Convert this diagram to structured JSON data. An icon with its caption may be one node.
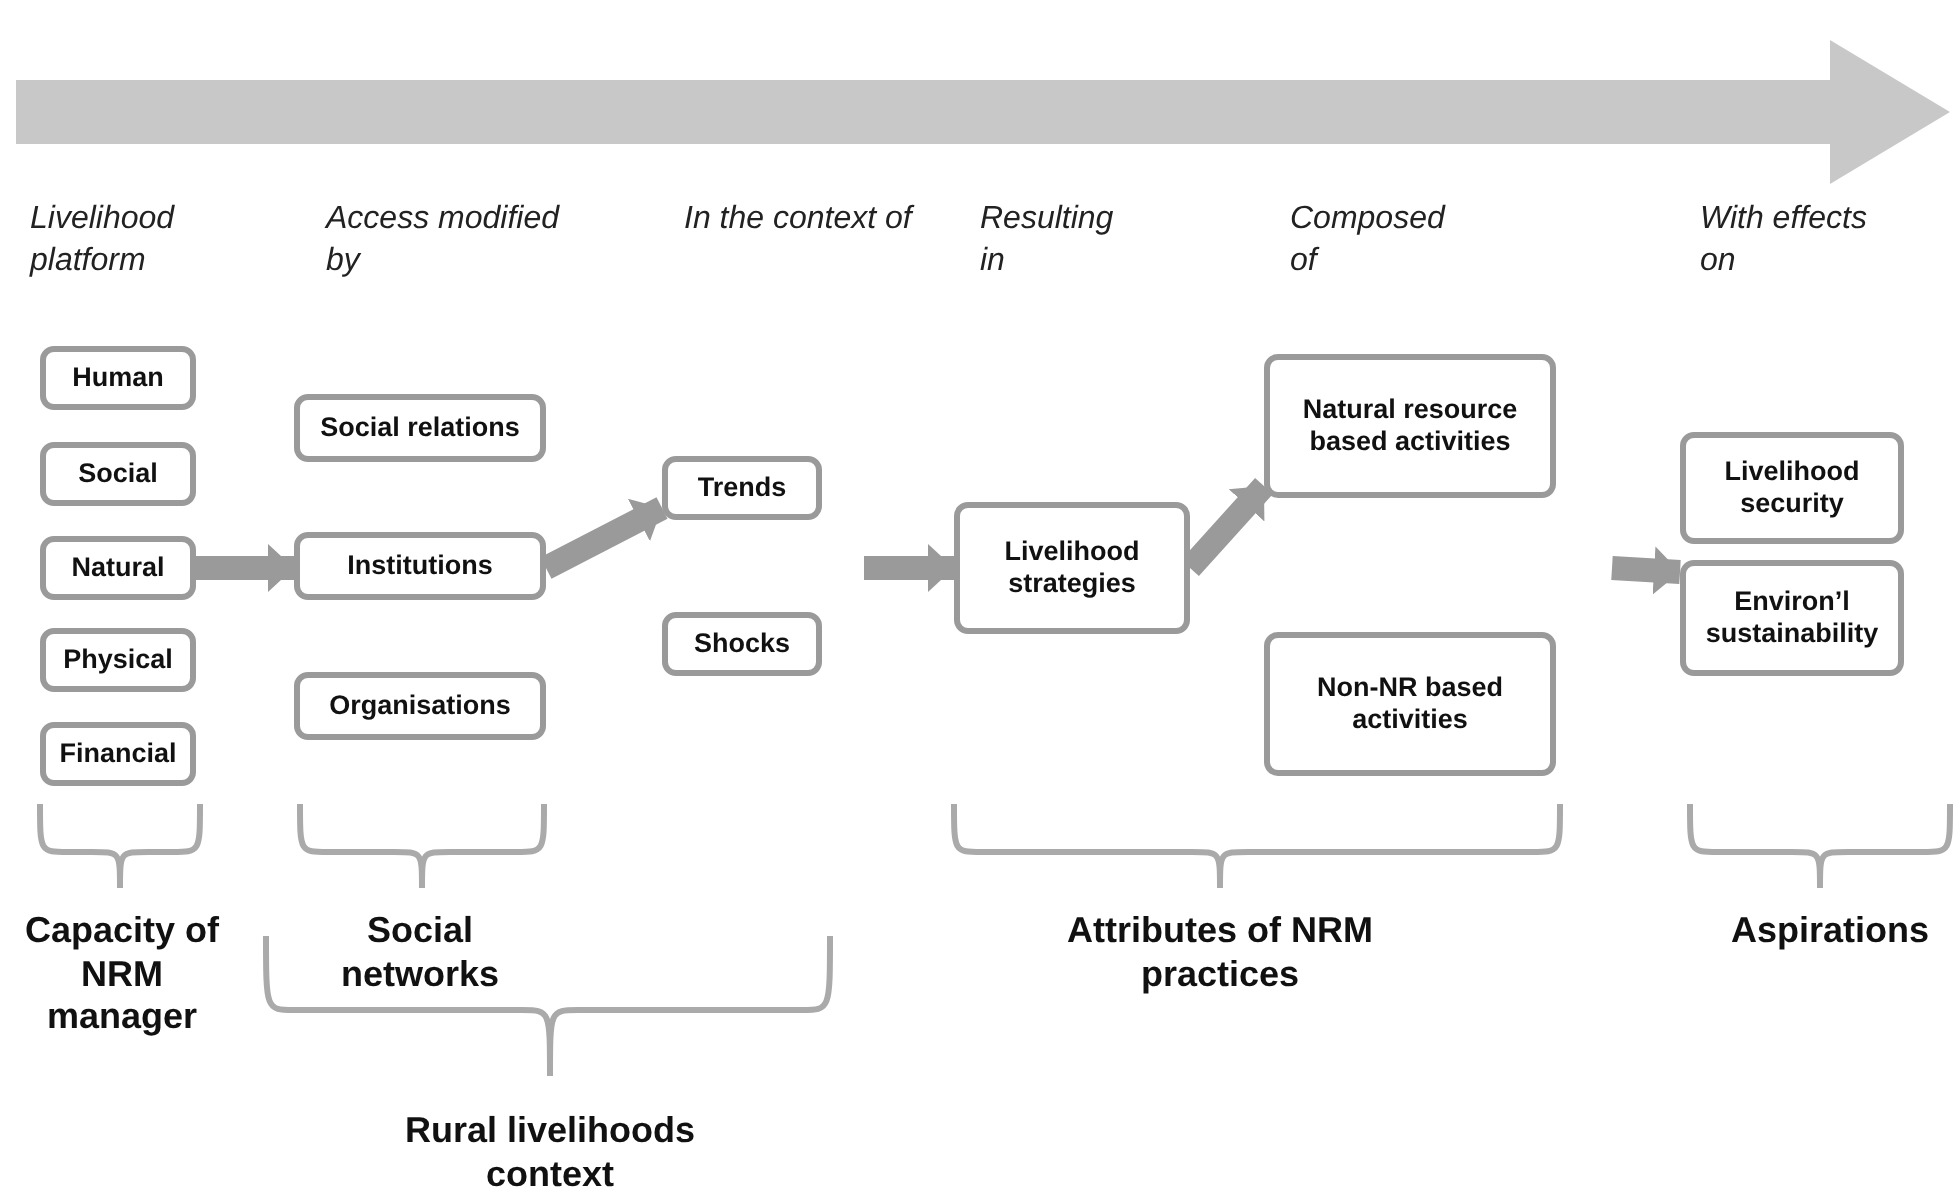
{
  "diagram": {
    "nodes": [
      {
        "text": [
          "Human"
        ]
      },
      {
        "text": [
          "Social"
        ]
      },
      {
        "text": [
          "Natural"
        ]
      },
      {
        "text": [
          "Physical"
        ]
      },
      {
        "text": [
          "Financial"
        ]
      },
      {
        "text": [
          "Social relations"
        ]
      },
      {
        "text": [
          "Institutions"
        ]
      },
      {
        "text": [
          "Organisations"
        ]
      },
      {
        "text": [
          "Trends"
        ]
      },
      {
        "text": [
          "Shocks"
        ]
      },
      {
        "text": [
          "Livelihood strategies"
        ]
      },
      {
        "text": [
          "Natural resource based activities"
        ]
      },
      {
        "text": [
          "Non-NR based activities"
        ]
      },
      {
        "text": [
          "Livelihood security"
        ]
      },
      {
        "text": [
          "Environ’l sustainability"
        ]
      }
    ],
    "edges": [
      {
        "from": 2,
        "to": 6,
        "arrow": "to"
      },
      {
        "from": 6,
        "to": 8,
        "arrow": "to"
      },
      {
        "from": null,
        "to": 10,
        "arrow": "to"
      },
      {
        "from": 10,
        "to": 11,
        "arrow": "to"
      },
      {
        "from": null,
        "to": 14,
        "arrow": "to"
      }
    ],
    "labels": [
      "Livelihood platform",
      "Access modified by",
      "In the context of",
      "Resulting in",
      "Composed of",
      "With effects on",
      "Capacity of NRM manager",
      "Social networks",
      "Attributes of NRM practices",
      "Aspirations",
      "Rural livelihoods context"
    ]
  }
}
